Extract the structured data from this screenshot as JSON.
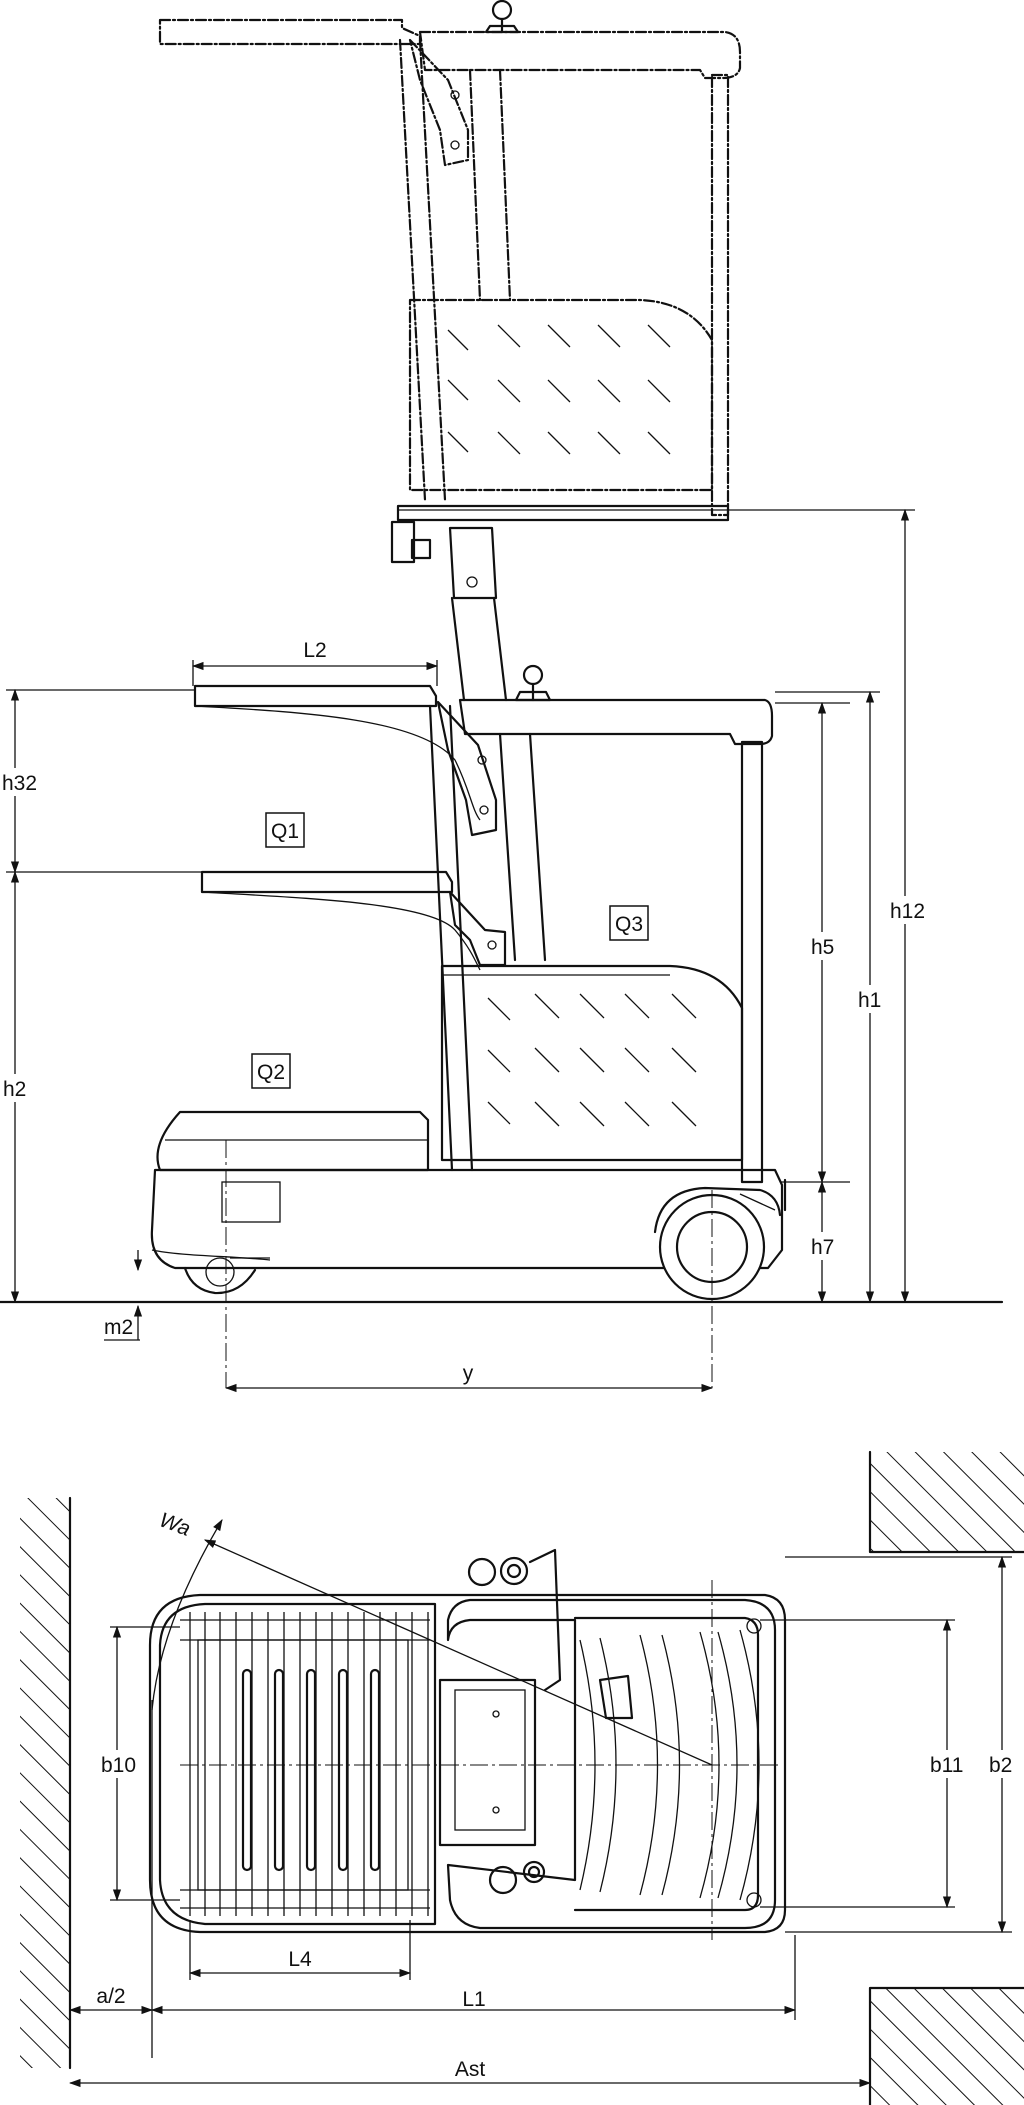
{
  "side_view": {
    "labels": {
      "L2": "L2",
      "h32": "h32",
      "h2": "h2",
      "Q1": "Q1",
      "Q2": "Q2",
      "Q3": "Q3",
      "h5": "h5",
      "h1": "h1",
      "h12": "h12",
      "h7": "h7",
      "m2": "m2",
      "y": "y"
    }
  },
  "top_view": {
    "labels": {
      "Wa": "Wa",
      "b10": "b10",
      "b11": "b11",
      "b2": "b2",
      "L4": "L4",
      "a2": "a/2",
      "L1": "L1",
      "Ast": "Ast"
    }
  }
}
